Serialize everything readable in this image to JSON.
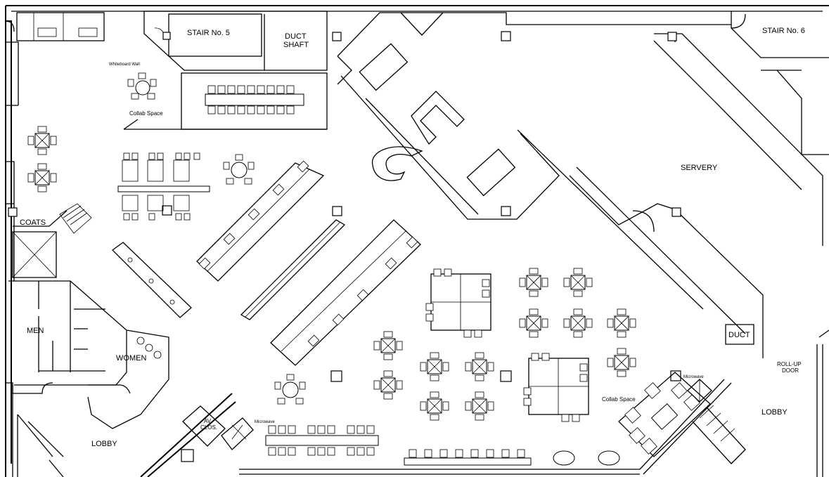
{
  "labels": {
    "stair5": "STAIR No. 5",
    "duct_shaft_1": "DUCT",
    "duct_shaft_2": "SHAFT",
    "stair6": "STAIR No. 6",
    "whiteboard_wall": "Whiteboard Wall",
    "collab_space_1": "Collab Space",
    "servery": "SERVERY",
    "coats": "COATS",
    "men": "MEN",
    "women": "WOMEN",
    "duct": "DUCT",
    "rollup_1": "ROLL-UP",
    "rollup_2": "DOOR",
    "microwave_1": "Microwave",
    "collab_space_2": "Collab Space",
    "lobby_right": "LOBBY",
    "av_clos_1": "AV",
    "av_clos_2": "CLOS.",
    "microwave_2": "Microwave",
    "lobby_left": "LOBBY"
  }
}
